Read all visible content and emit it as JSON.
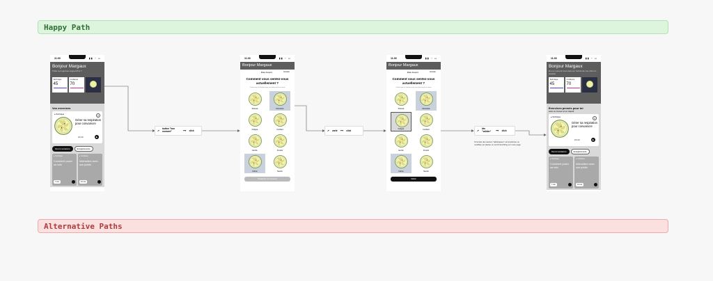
{
  "sections": {
    "happy": "Happy Path",
    "alt": "Alternative Paths"
  },
  "status": {
    "time": "11:00",
    "icons": "▮▮ ◔ ▭"
  },
  "home1": {
    "greeting": "Bonjour Margaux",
    "subtitle": "Prête à progresser aujourd'hui ?",
    "stats": [
      {
        "label": "Technique",
        "value": "45",
        "color": "#4b3fd6"
      },
      {
        "label": "Confiance",
        "value": "70",
        "color": "#c5338a"
      }
    ],
    "section_title": "Vos exercices",
    "card": {
      "tag": "● Technique",
      "title": "Gérer sa respiration pour convaincre",
      "duration": "21 min"
    },
    "tabs": [
      "Recommandations",
      "Enregistrements"
    ],
    "minis": [
      {
        "tag": "● Technique",
        "title": "Comment poser sa voix",
        "duration": "7 min"
      },
      {
        "tag": "● Confiance",
        "title": "Interaction avec son public",
        "duration": "10 min"
      }
    ]
  },
  "action1": {
    "label": "button \"bon moment\"",
    "verb": "click"
  },
  "mood1": {
    "header": "Bonjour Margaux",
    "nav_title": "État d'esprit",
    "nav_skip": "Annuler",
    "question": "Comment vous sentez-vous actuellement ?",
    "hint": "Choisissez les humeurs qui vous décrivent au mieux",
    "moods": [
      "Stressé",
      "Démotivé",
      "Fatigué",
      "Confiant",
      "Excité",
      "Frustré",
      "Calme",
      "Neutre"
    ],
    "cta": "Choisissez vos humeurs"
  },
  "action2": {
    "label": "carte",
    "verb": "click"
  },
  "mood2": {
    "header": "Bonjour Margaux",
    "nav_title": "État d'esprit",
    "nav_skip": "Annuler",
    "question": "Comment vous sentez-vous actuellement ?",
    "hint": "Choisissez les humeurs qui vous décrivent au mieux",
    "moods": [
      "Stressé",
      "Démotivé",
      "Fatigué",
      "Confiant",
      "Excité",
      "Frustré",
      "Calme",
      "Neutre"
    ],
    "cta": "Valider"
  },
  "action3": {
    "label": "btn \"valider\"",
    "verb": "click"
  },
  "note": "Si la liste des séance \"débloquées\" est améliorée ou modifiée est placée en scroll stumbling sur notre page",
  "home2": {
    "greeting": "Bonjour Margaux",
    "subtitle": "En ce moment vous êtes sur l'écran de vos mini mi-session",
    "stats": [
      {
        "label": "Technique",
        "value": "45",
        "color": "#4b3fd6"
      },
      {
        "label": "Confiance",
        "value": "70",
        "color": "#c5338a"
      }
    ],
    "section_title": "Exercices pensés pour toi",
    "section_sub": "selon ton humeur et ton objectif",
    "card": {
      "tag": "● Technique",
      "title": "Gérer sa respiration pour convaincre",
      "duration": "21 min"
    },
    "tabs": [
      "Recommandations",
      "Enregistrements"
    ],
    "minis": [
      {
        "tag": "● Technique",
        "title": "Comment poser sa voix",
        "duration": "7 min"
      },
      {
        "tag": "● Confiance",
        "title": "Interaction avec son public",
        "duration": "10 min"
      }
    ]
  },
  "colors": {
    "happy": "#2f6f36",
    "alt": "#b0393b",
    "selected": "#c9d1dd"
  },
  "icons": {
    "lemon": "lemon-slice-icon",
    "play": "play-icon",
    "clock": "clock-icon",
    "arrow": "arrow-right-icon"
  }
}
